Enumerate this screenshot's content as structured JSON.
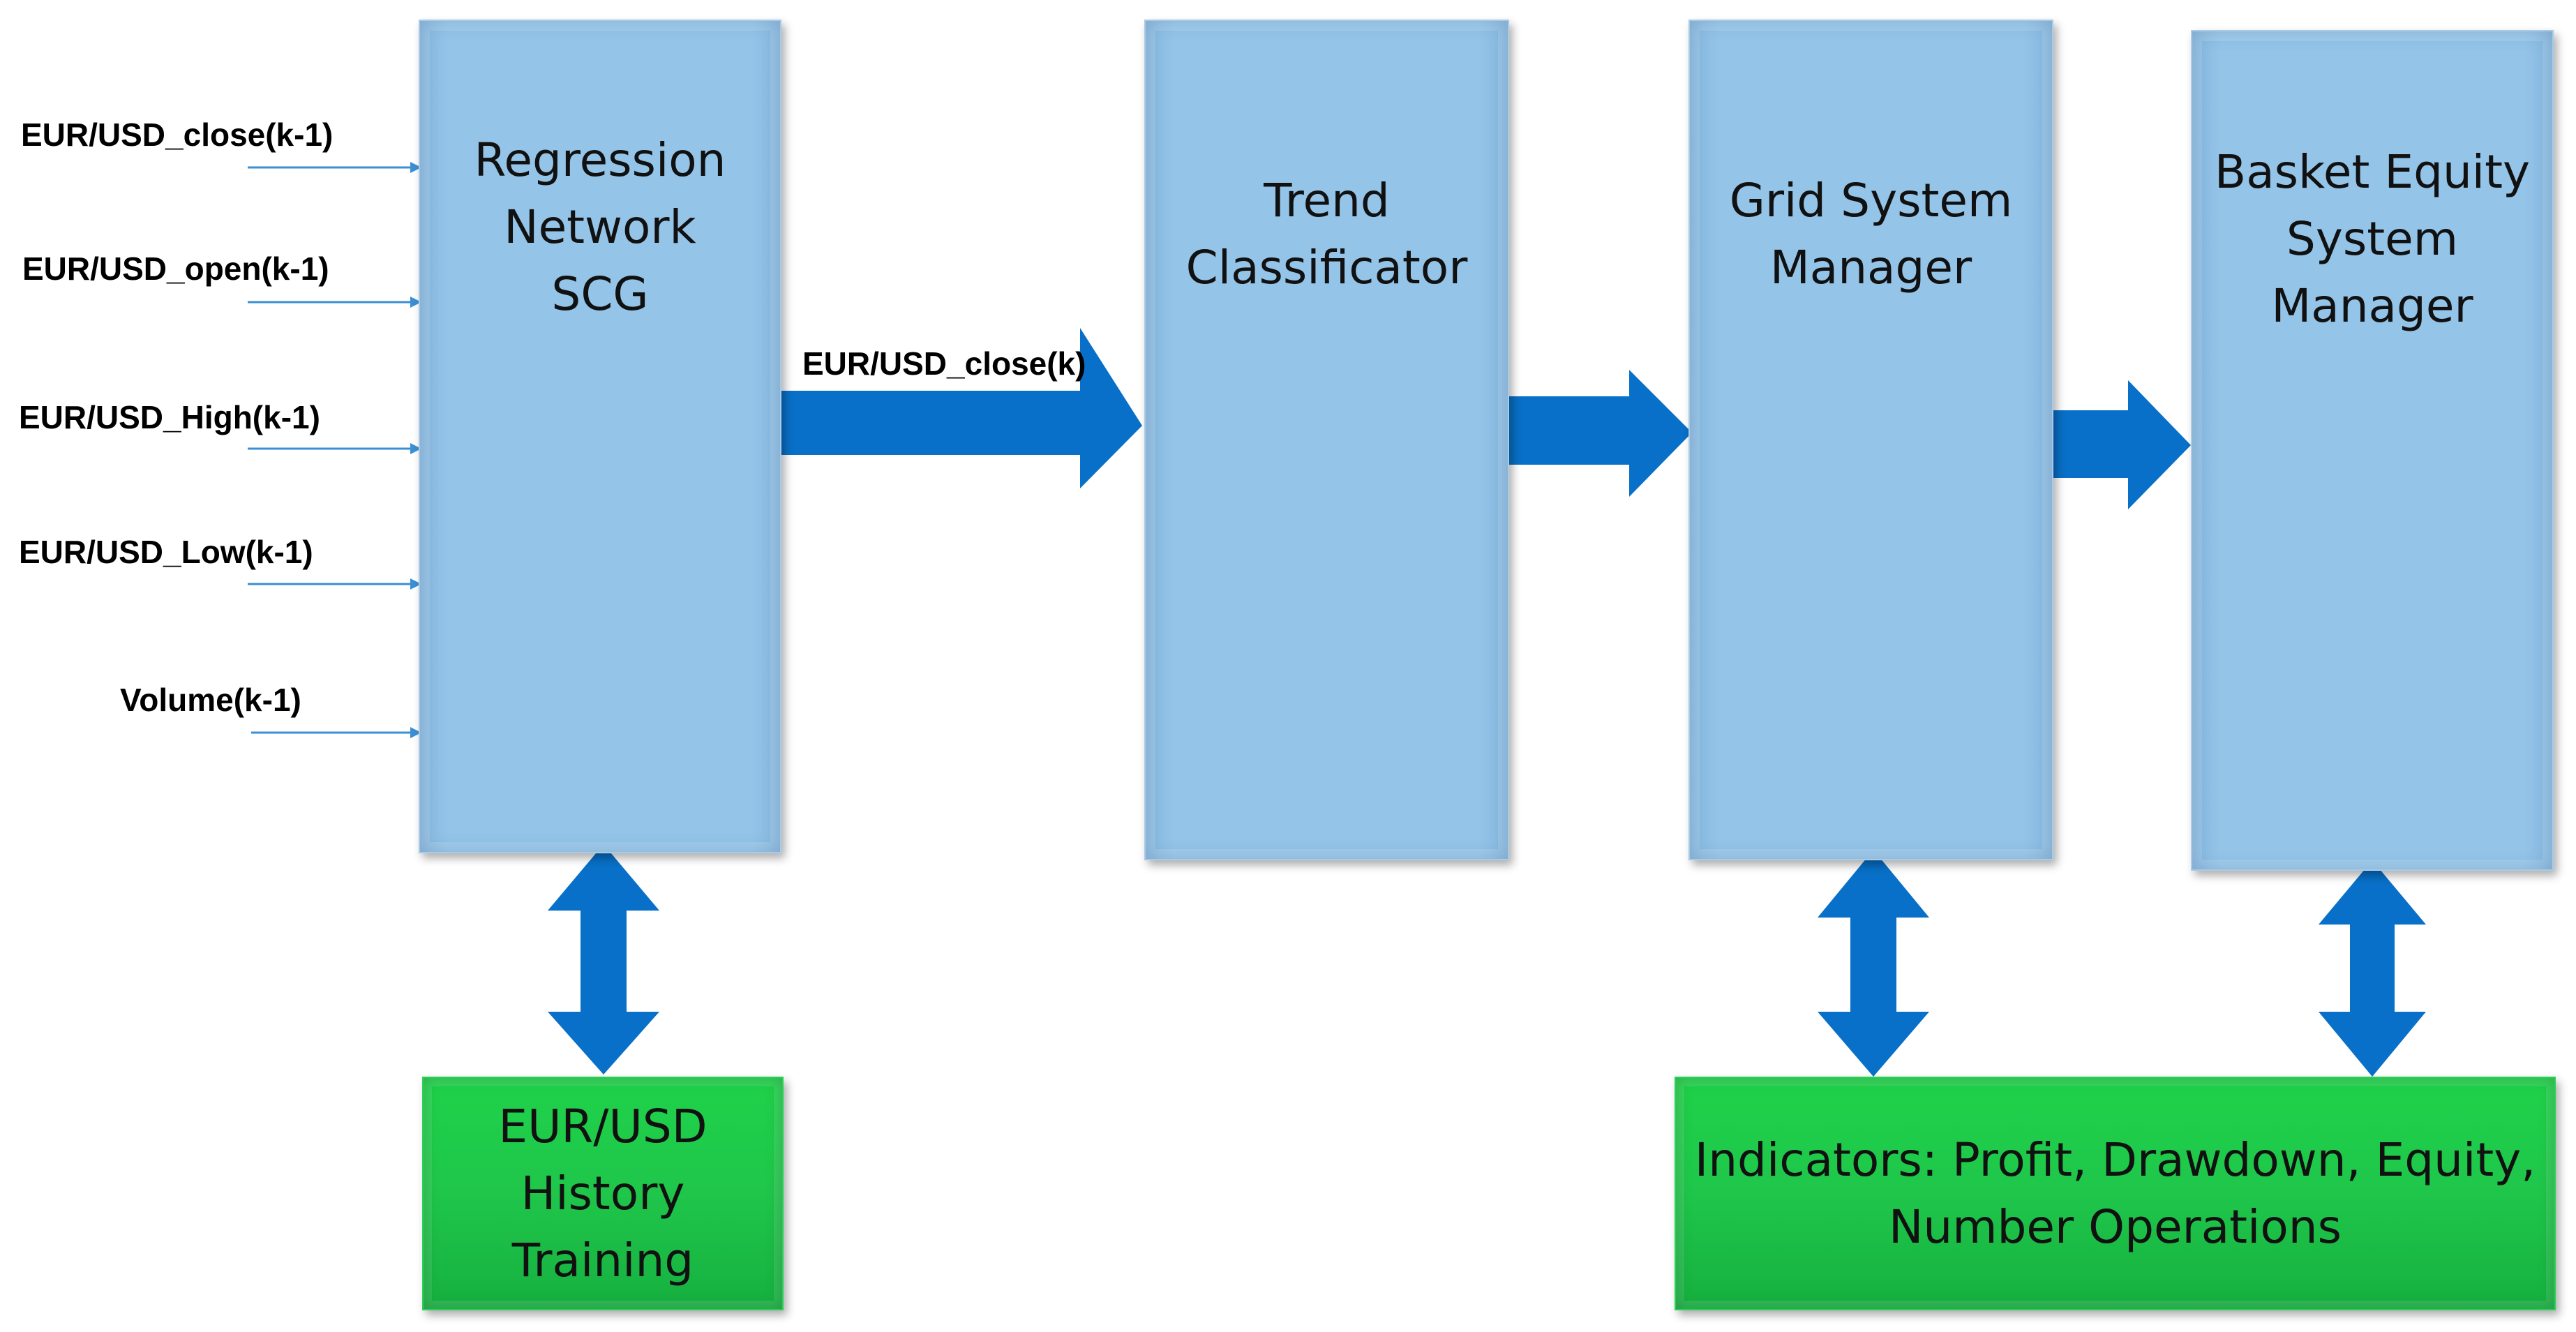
{
  "inputs": [
    {
      "label": "EUR/USD_close(k-1)"
    },
    {
      "label": "EUR/USD_open(k-1)"
    },
    {
      "label": "EUR/USD_High(k-1)"
    },
    {
      "label": "EUR/USD_Low(k-1)"
    },
    {
      "label": "Volume(k-1)"
    }
  ],
  "blocks": {
    "regression": "Regression\nNetwork\nSCG",
    "trend": "Trend\nClassificator",
    "grid": "Grid System\nManager",
    "basket": "Basket Equity\nSystem\nManager",
    "history": "EUR/USD\nHistory\nTraining",
    "indicators": "Indicators: Profit, Drawdown, Equity,\nNumber Operations"
  },
  "edges": {
    "regression_output": "EUR/USD_close(k)"
  },
  "colors": {
    "process_block": "#94c4e8",
    "data_block": "#1fc64a",
    "arrow": "#0870c8",
    "input_line": "#3b8fd4"
  }
}
